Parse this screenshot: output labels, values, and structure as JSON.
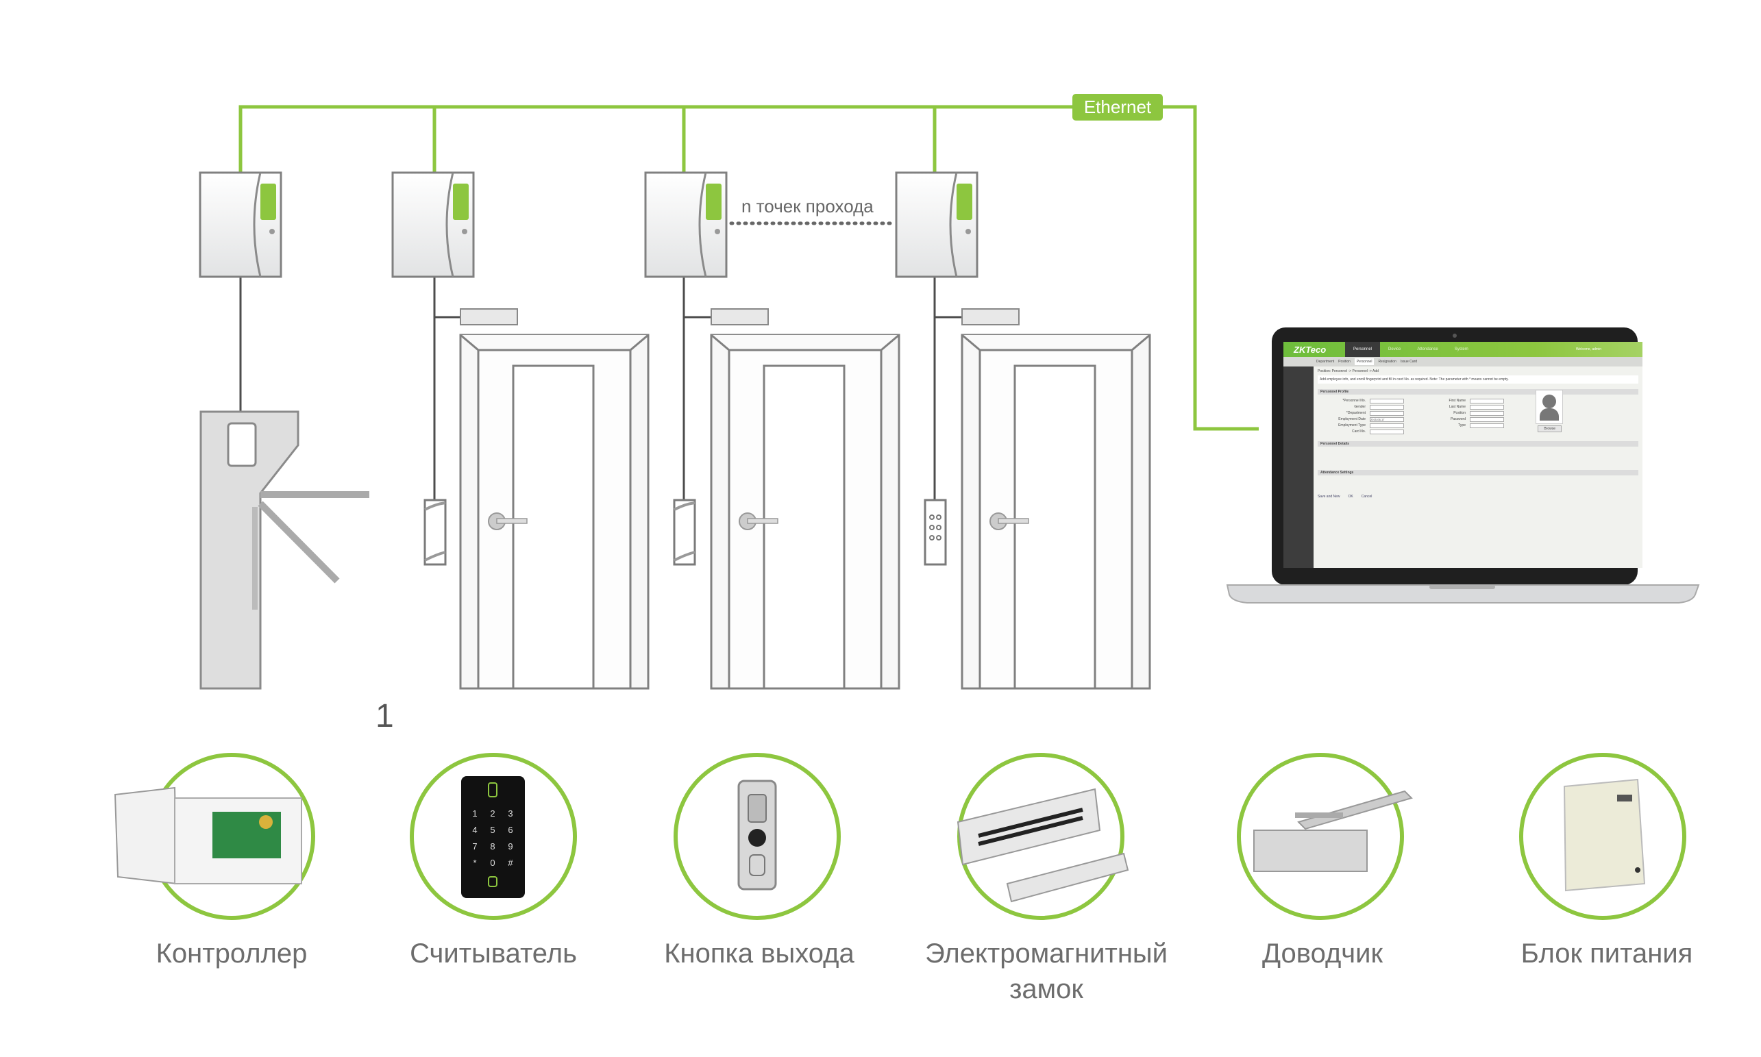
{
  "network": {
    "ethernet_label": "Ethernet",
    "n_points_label": "n точек прохода",
    "turnstile_number": "1"
  },
  "colors": {
    "accent": "#8dc63f",
    "cable": "#4d4d4d",
    "text": "#6d6d6d"
  },
  "software": {
    "logo": "ZKTeco",
    "nav": [
      "Personnel",
      "Device",
      "Attendance",
      "System"
    ],
    "welcome": "Welcome, admin",
    "subnav": [
      "Department",
      "Position",
      "Personnel",
      "Resignation",
      "Issue Card"
    ],
    "breadcrumb": "Position: Personnel -> Personnel -> Add",
    "note": "Add employee info, and enroll fingerprint and fill in card No. as required. Note: The parameter with * means cannot be empty.",
    "sections": [
      "Personnel Profile",
      "Personnel Details",
      "Attendance Settings"
    ],
    "fields_left": [
      "*Personnel No.",
      "Gender",
      "*Department",
      "Employment Date",
      "Employment Type",
      "Card No."
    ],
    "fields_right": [
      "First Name",
      "Last Name",
      "Position",
      "Password",
      "Type"
    ],
    "employment_date": "2015-06-17",
    "browse": "Browse",
    "actions": [
      "Save and New",
      "OK",
      "Cancel"
    ]
  },
  "products": [
    {
      "label": "Контроллер",
      "icon": "controller-board"
    },
    {
      "label": "Считыватель",
      "icon": "keypad-reader"
    },
    {
      "label": "Кнопка выхода",
      "icon": "exit-button"
    },
    {
      "label": "Электромагнитный замок",
      "icon": "magnetic-lock"
    },
    {
      "label": "Доводчик",
      "icon": "door-closer"
    },
    {
      "label": "Блок питания",
      "icon": "power-supply"
    }
  ]
}
